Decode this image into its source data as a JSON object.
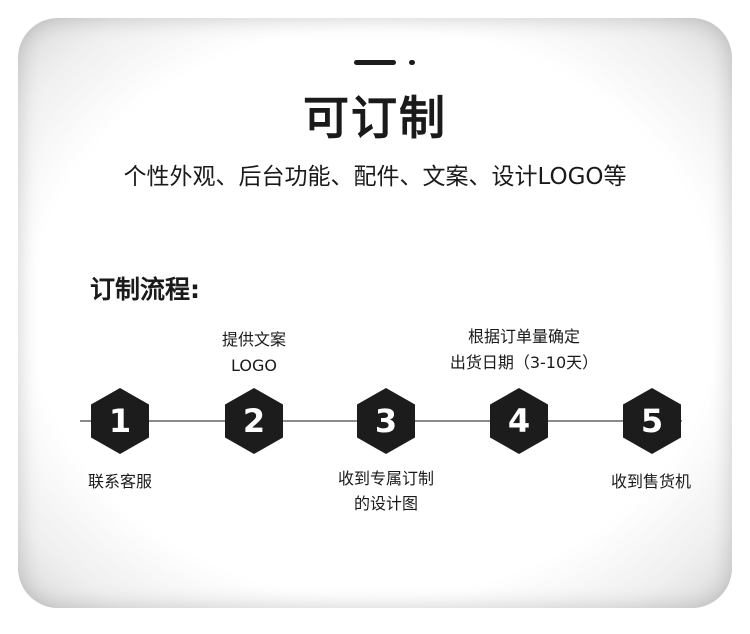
{
  "header": {
    "title": "可订制",
    "subtitle": "个性外观、后台功能、配件、文案、设计LOGO等"
  },
  "process": {
    "title": "订制流程:",
    "steps": [
      {
        "number": "1",
        "label_below": "联系客服"
      },
      {
        "number": "2",
        "label_above_line1": "提供文案",
        "label_above_line2": "LOGO"
      },
      {
        "number": "3",
        "label_below_line1": "收到专属订制",
        "label_below_line2": "的设计图"
      },
      {
        "number": "4",
        "label_above_line1": "根据订单量确定",
        "label_above_line2": "出货日期（3-10天）"
      },
      {
        "number": "5",
        "label_below": "收到售货机"
      }
    ]
  },
  "colors": {
    "hexagon": "#1c1c1c",
    "text": "#1a1a1a",
    "line": "#8a8a8a"
  }
}
